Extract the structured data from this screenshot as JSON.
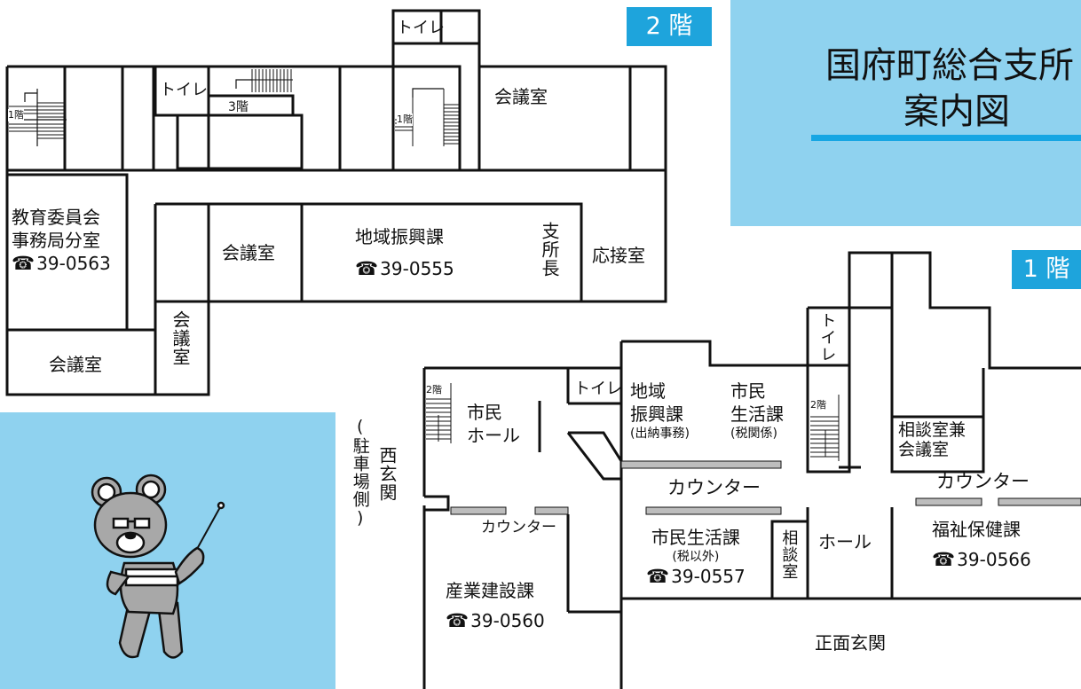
{
  "title": {
    "line1": "国府町総合支所",
    "line2": "案内図"
  },
  "floors": {
    "second": "2 階",
    "first": "1 階"
  },
  "second_floor": {
    "toilet_top": "トイレ",
    "toilet_left": "トイレ",
    "stair_3f": "3階",
    "stair_1f_left": "1階",
    "stair_1f_center": "1階",
    "meeting_top": "会議室",
    "education": {
      "line1": "教育委員会",
      "line2": "事務局分室",
      "tel": "39-0563"
    },
    "meeting_mid": "会議室",
    "chiiki": {
      "name": "地域振興課",
      "tel": "39-0555"
    },
    "director": "支所長",
    "reception": "応接室",
    "meeting_vertical": "会議室",
    "meeting_bottom": "会議室"
  },
  "first_floor": {
    "stair_2f_left": "2階",
    "stair_2f_center": "2階",
    "citizen_hall": {
      "line1": "市民",
      "line2": "ホール"
    },
    "toilet_a": "トイレ",
    "toilet_b": "トイレ",
    "chiiki": {
      "line1": "地域",
      "line2": "振興課",
      "sub": "(出納事務)"
    },
    "shimin_tax": {
      "line1": "市民",
      "line2": "生活課",
      "sub": "(税関係)"
    },
    "soudan_kaigi": {
      "line1": "相談室兼",
      "line2": "会議室"
    },
    "counter_center": "カウンター",
    "counter_right": "カウンター",
    "counter_left": "カウンター",
    "west_entrance": "西玄関",
    "parking_side": "(駐車場側)",
    "shimin_other": {
      "name": "市民生活課",
      "sub": "(税以外)",
      "tel": "39-0557"
    },
    "soudan": "相談室",
    "hall": "ホール",
    "fukushi": {
      "name": "福祉保健課",
      "tel": "39-0566"
    },
    "sangyo": {
      "name": "産業建設課",
      "tel": "39-0560"
    },
    "main_entrance": "正面玄関"
  },
  "icons": {
    "phone": "phone-icon",
    "mascot": "bear-mascot-pointer"
  },
  "colors": {
    "panel": "#8fd2ef",
    "badge": "#1ea4dc",
    "underline": "#16a6e3"
  }
}
